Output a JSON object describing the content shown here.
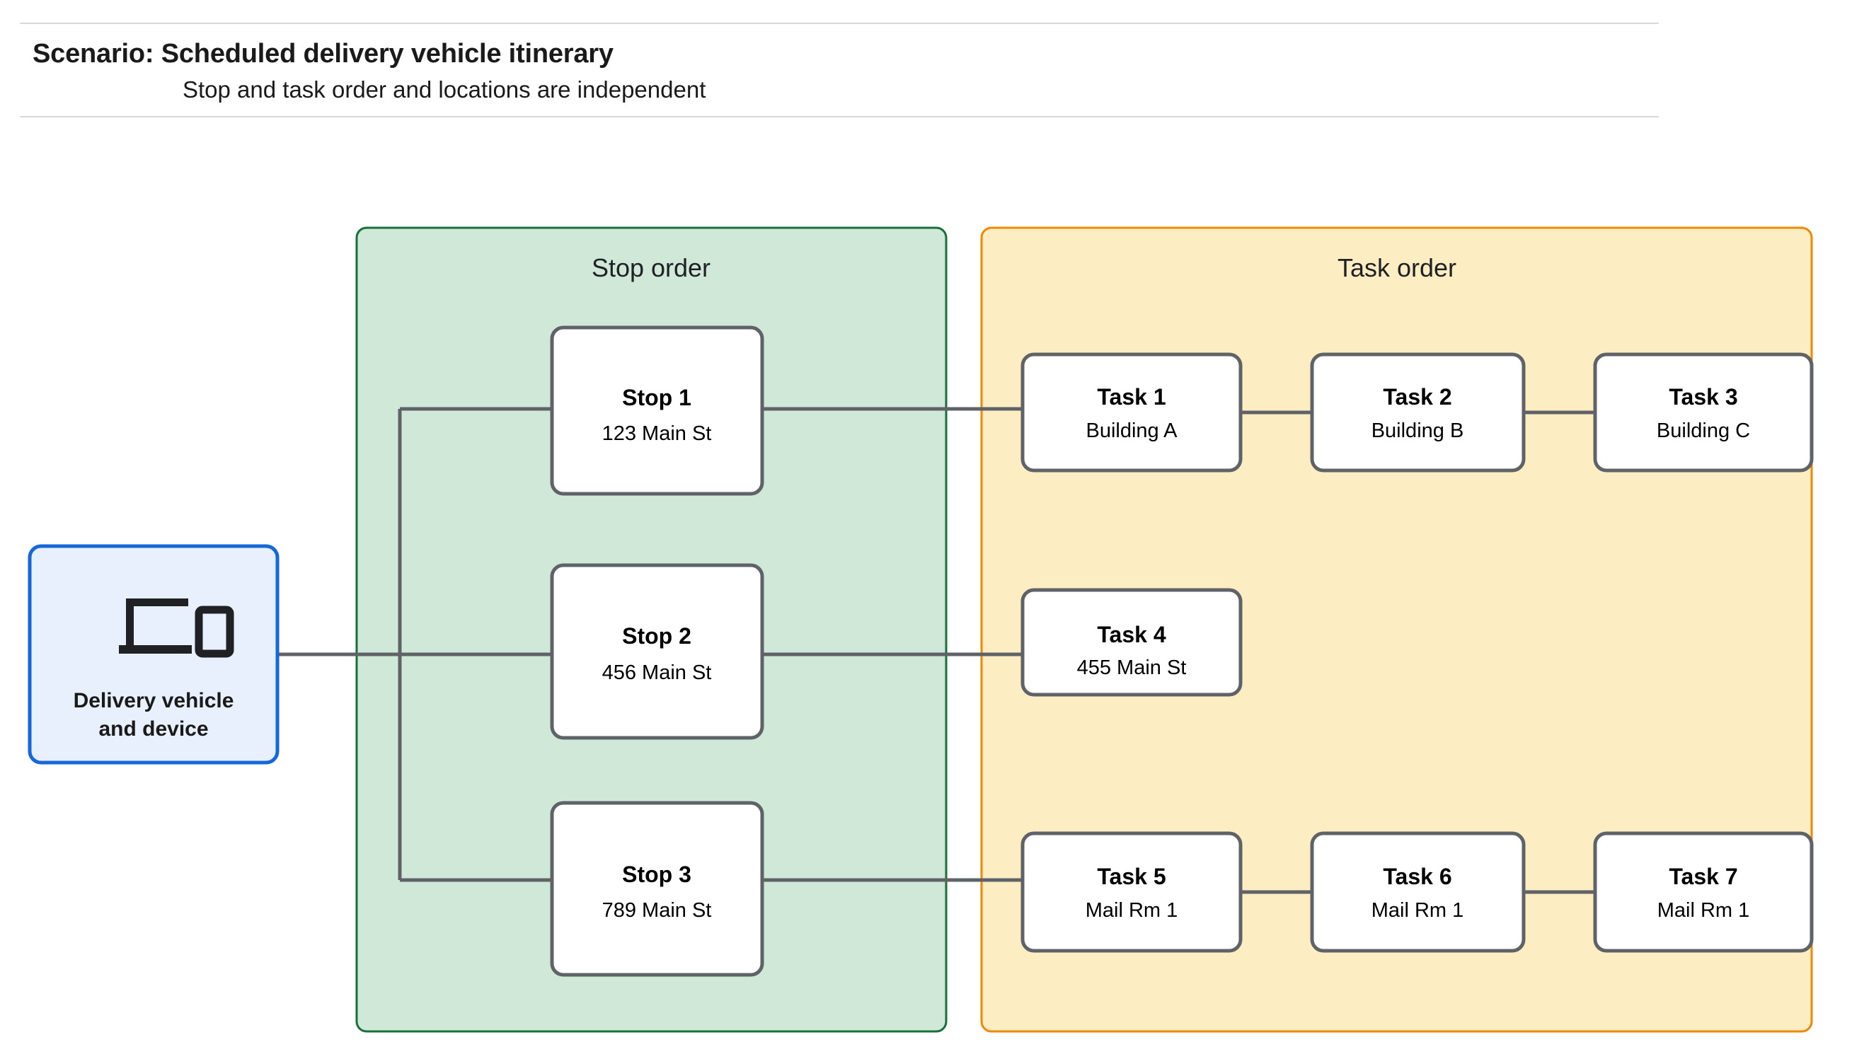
{
  "header": {
    "title": "Scenario: Scheduled delivery vehicle itinerary",
    "subtitle": "Stop and task order and locations are independent"
  },
  "source": {
    "icon": "devices-icon",
    "label_line1": "Delivery vehicle",
    "label_line2": "and device"
  },
  "groups": {
    "stop": {
      "label": "Stop order",
      "fill": "#cfe8d7",
      "stroke": "#17703a"
    },
    "task": {
      "label": "Task order",
      "fill": "#fcedc2",
      "stroke": "#f08705"
    }
  },
  "stops": [
    {
      "title": "Stop 1",
      "subtitle": "123 Main St"
    },
    {
      "title": "Stop 2",
      "subtitle": "456 Main St"
    },
    {
      "title": "Stop 3",
      "subtitle": "789 Main St"
    }
  ],
  "task_rows": [
    [
      {
        "title": "Task 1",
        "subtitle": "Building A"
      },
      {
        "title": "Task 2",
        "subtitle": "Building B"
      },
      {
        "title": "Task 3",
        "subtitle": "Building C"
      }
    ],
    [
      {
        "title": "Task 4",
        "subtitle": "455 Main St"
      }
    ],
    [
      {
        "title": "Task 5",
        "subtitle": "Mail Rm 1"
      },
      {
        "title": "Task 6",
        "subtitle": "Mail Rm 1"
      },
      {
        "title": "Task 7",
        "subtitle": "Mail Rm 1"
      }
    ]
  ],
  "colors": {
    "node_border": "#5f6368",
    "node_fill": "#ffffff",
    "source_border": "#1667d8",
    "source_fill": "#e8f0fe",
    "edge": "#5f6368",
    "rule": "#d9d9d9"
  }
}
